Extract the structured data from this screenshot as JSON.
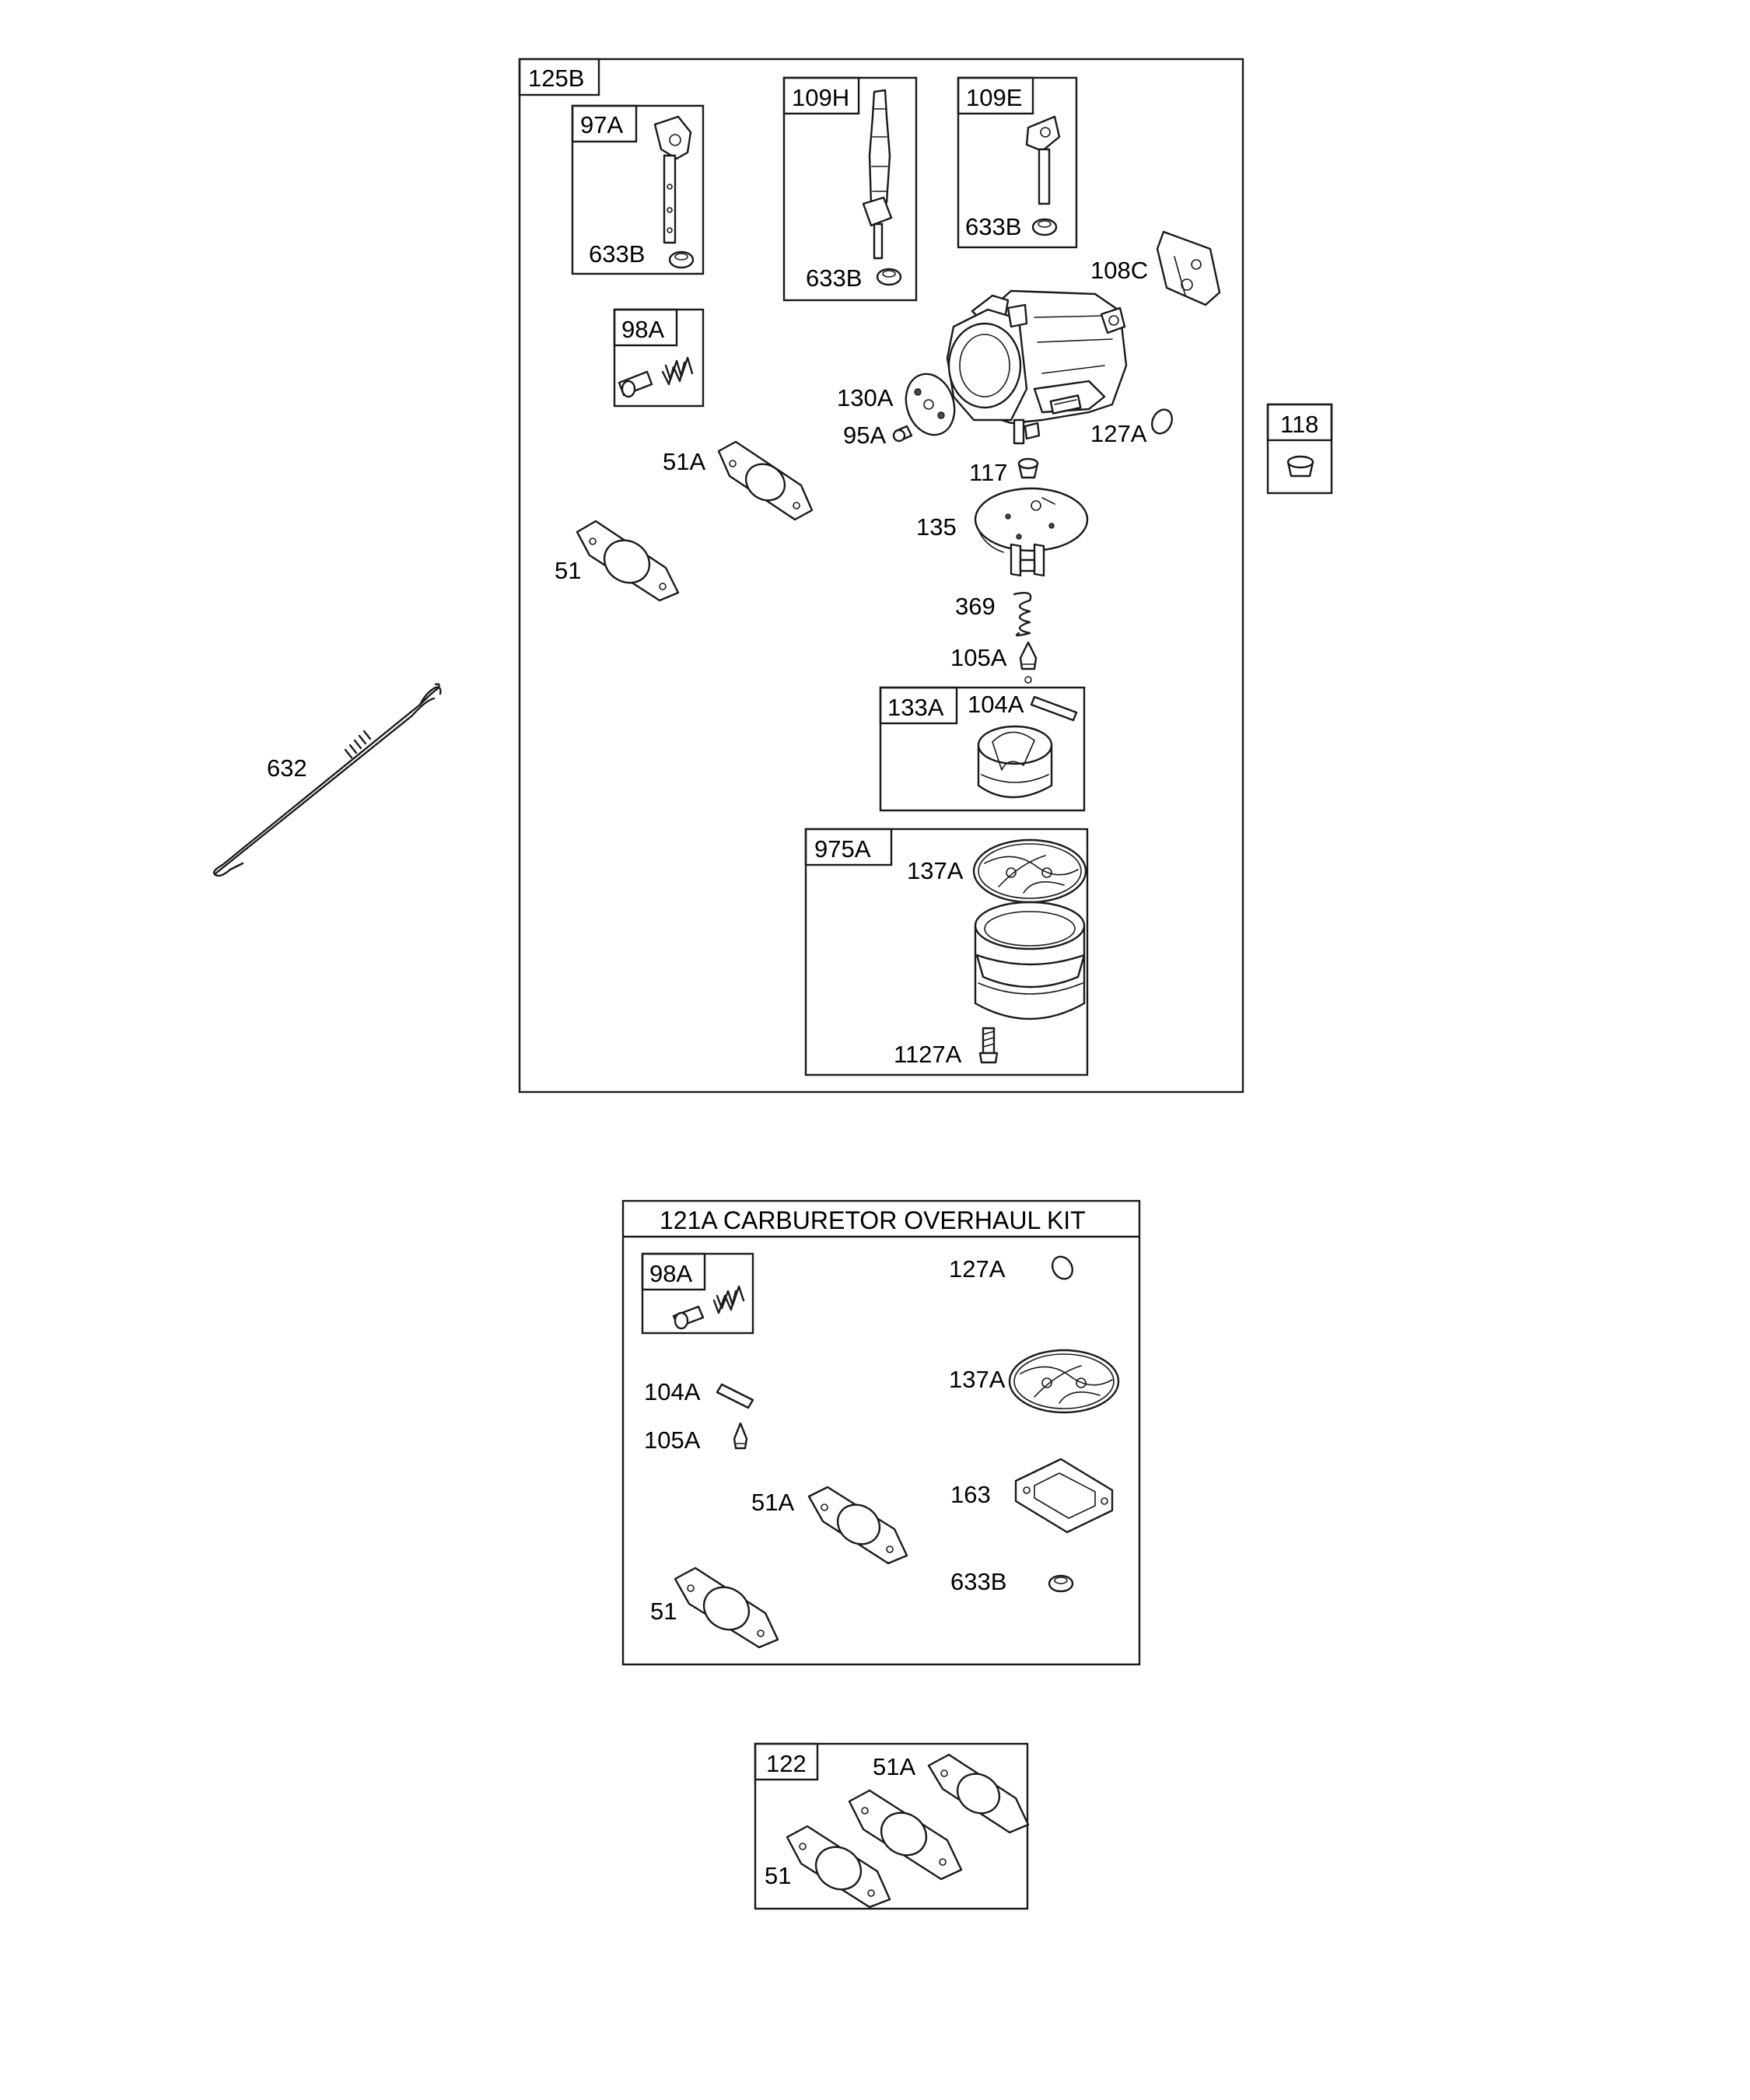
{
  "groups": {
    "g125B": "125B",
    "g97A": "97A",
    "g109H": "109H",
    "g109E": "109E",
    "g98A": "98A",
    "g118": "118",
    "g133A": "133A",
    "g975A": "975A",
    "kit_title": "121A CARBURETOR OVERHAUL KIT",
    "g98A_kit": "98A",
    "g122": "122"
  },
  "callouts": {
    "p633B_97A": "633B",
    "p633B_109H": "633B",
    "p633B_109E": "633B",
    "p108C": "108C",
    "p130A": "130A",
    "p95A": "95A",
    "p127A": "127A",
    "p51A": "51A",
    "p51": "51",
    "p117": "117",
    "p135": "135",
    "p369": "369",
    "p105A": "105A",
    "p104A": "104A",
    "p137A": "137A",
    "p1127A": "1127A",
    "p632": "632",
    "kit_127A": "127A",
    "kit_104A": "104A",
    "kit_105A": "105A",
    "kit_137A": "137A",
    "kit_51A": "51A",
    "kit_163": "163",
    "kit_51": "51",
    "kit_633B": "633B",
    "k122_51A": "51A",
    "k122_51": "51"
  }
}
